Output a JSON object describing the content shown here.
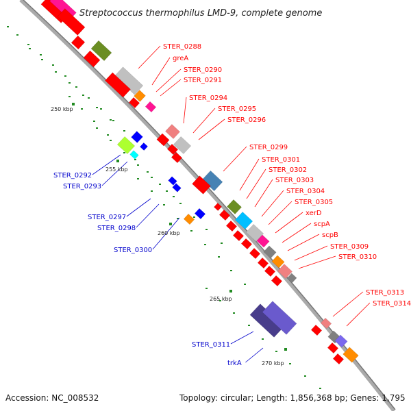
{
  "title": "Streptococcus thermophilus LMD-9, complete genome",
  "accession": "Accession: NC_008532",
  "topology": "Topology: circular; Length: 1,856,368 bp; Genes: 1,795",
  "colors": {
    "forward_label": "#ff0000",
    "reverse_label": "#0000cc",
    "backbone": "#999999",
    "tick_green": "#228b22"
  },
  "scale_marks": [
    "250 kbp",
    "255 kbp",
    "260 kbp",
    "265 kbp",
    "270 kbp"
  ],
  "forward_genes": [
    "STER_0288",
    "greA",
    "STER_0290",
    "STER_0291",
    "STER_0294",
    "STER_0295",
    "STER_0296",
    "STER_0299",
    "STER_0301",
    "STER_0302",
    "STER_0303",
    "STER_0304",
    "STER_0305",
    "xerD",
    "scpA",
    "scpB",
    "STER_0309",
    "STER_0310",
    "STER_0313",
    "STER_0314"
  ],
  "reverse_genes": [
    "STER_0292",
    "STER_0293",
    "STER_0297",
    "STER_0298",
    "STER_0300",
    "STER_0311",
    "trkA"
  ]
}
